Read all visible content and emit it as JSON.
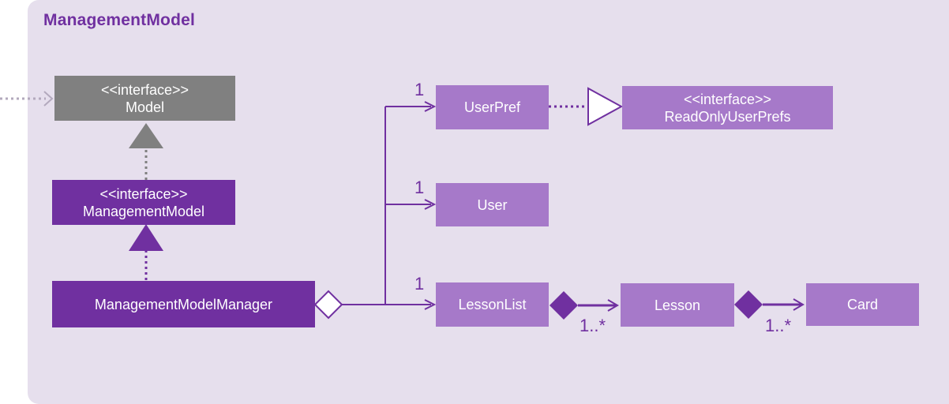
{
  "package": {
    "title": "ManagementModel"
  },
  "nodes": {
    "model": {
      "stereotype": "<<interface>>",
      "name": "Model"
    },
    "management_model": {
      "stereotype": "<<interface>>",
      "name": "ManagementModel"
    },
    "manager": {
      "name": "ManagementModelManager"
    },
    "user_pref": {
      "name": "UserPref"
    },
    "read_only_user_prefs": {
      "stereotype": "<<interface>>",
      "name": "ReadOnlyUserPrefs"
    },
    "user": {
      "name": "User"
    },
    "lesson_list": {
      "name": "LessonList"
    },
    "lesson": {
      "name": "Lesson"
    },
    "card": {
      "name": "Card"
    }
  },
  "multiplicities": {
    "user_pref": "1",
    "user": "1",
    "lesson_list": "1",
    "lesson": "1..*",
    "card": "1..*"
  },
  "colors": {
    "package_bg": "#e6dfed",
    "title": "#7030a0",
    "dark_class": "#7030a0",
    "light_class": "#a679c9",
    "interface_grey": "#808080",
    "line": "#7030a0"
  }
}
